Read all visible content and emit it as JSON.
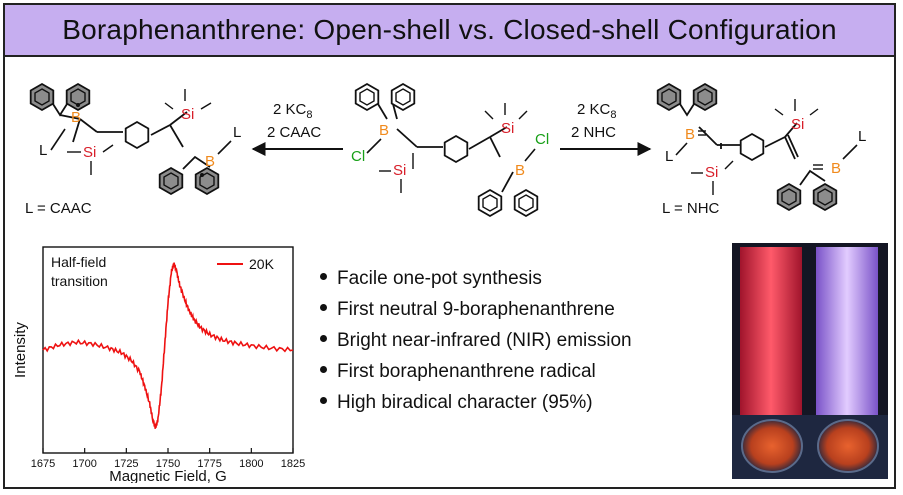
{
  "header": {
    "title": "Boraphenanthrene: Open-shell vs. Closed-shell Configuration"
  },
  "scheme": {
    "left_reagent_1": "2 KC",
    "left_reagent_1_sub": "8",
    "left_reagent_2": "2 CAAC",
    "right_reagent_1": "2 KC",
    "right_reagent_1_sub": "8",
    "right_reagent_2": "2 NHC",
    "left_ligand": "L = CAAC",
    "right_ligand": "L = NHC",
    "atom_B": "B",
    "atom_Si": "Si",
    "atom_Cl": "Cl",
    "atom_L": "L",
    "colors": {
      "boron": "#f08a1d",
      "silicon": "#d81f2a",
      "chlorine": "#18a018",
      "aromatic_fill": "#8c8c8c"
    }
  },
  "chart_data": {
    "type": "line",
    "title": "",
    "xlabel": "Magnetic Field, G",
    "ylabel": "Intensity",
    "xlim": [
      1675,
      1825
    ],
    "xticks": [
      "1675",
      "1700",
      "1725",
      "1750",
      "1775",
      "1800",
      "1825"
    ],
    "annotation": [
      "Half-field",
      "transition"
    ],
    "series": [
      {
        "name": "20K",
        "color": "#ee1111",
        "x": [
          1675,
          1685,
          1695,
          1705,
          1715,
          1722,
          1728,
          1733,
          1736,
          1739,
          1741,
          1742.5,
          1744,
          1746,
          1748,
          1750,
          1752,
          1753.5,
          1755,
          1757,
          1760,
          1763,
          1766,
          1770,
          1775,
          1782,
          1790,
          1800,
          1812,
          1825
        ],
        "y": [
          0.0,
          0.06,
          0.09,
          0.07,
          0.02,
          -0.03,
          -0.12,
          -0.25,
          -0.42,
          -0.62,
          -0.82,
          -0.9,
          -0.8,
          -0.45,
          0.05,
          0.55,
          0.9,
          1.0,
          0.92,
          0.75,
          0.58,
          0.44,
          0.34,
          0.25,
          0.18,
          0.12,
          0.08,
          0.05,
          0.02,
          0.0
        ]
      }
    ]
  },
  "features": [
    "Facile one-pot synthesis",
    "First neutral 9-boraphenanthrene",
    "Bright near-infrared (NIR) emission",
    "First boraphenanthrene radical",
    "High biradical character (95%)"
  ],
  "photo": {
    "colors": {
      "left_emission": "#ff4a5e",
      "right_emission": "#c8a6ff",
      "background": "#141624",
      "powder": "#d7502a"
    }
  }
}
